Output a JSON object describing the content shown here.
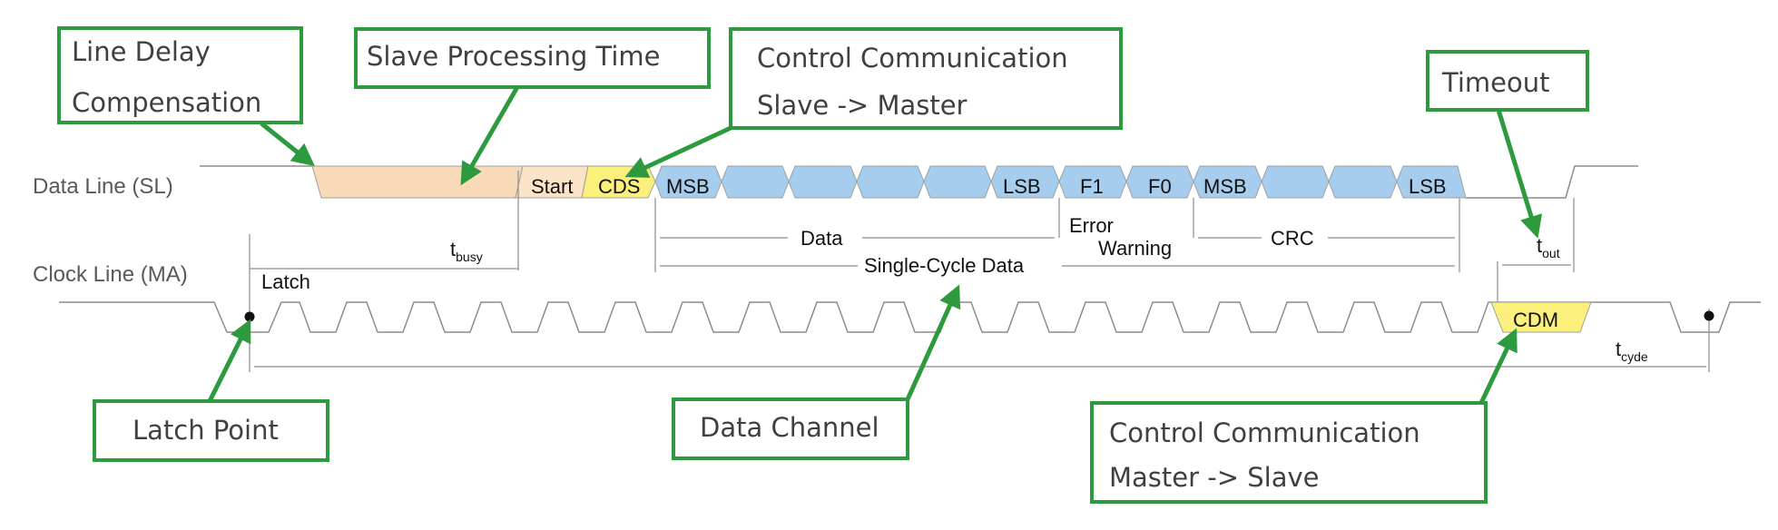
{
  "signals": {
    "data_line": "Data Line (SL)",
    "clock_line": "Clock Line (MA)"
  },
  "segments": {
    "start": "Start",
    "cds": "CDS",
    "msb1": "MSB",
    "lsb1": "LSB",
    "f1": "F1",
    "f0": "F0",
    "msb2": "MSB",
    "lsb2": "LSB",
    "cdm": "CDM"
  },
  "spans": {
    "data": "Data",
    "error": "Error",
    "warning": "Warning",
    "crc": "CRC",
    "single_cycle": "Single-Cycle Data",
    "latch": "Latch",
    "t_busy_base": "t",
    "t_busy_sub": "busy",
    "t_out_base": "t",
    "t_out_sub": "out",
    "t_cycle_base": "t",
    "t_cycle_sub": "cyde"
  },
  "callouts": {
    "line_delay_1": "Line Delay",
    "line_delay_2": "Compensation",
    "slave_processing": "Slave Processing Time",
    "ccsm_1": "Control Communication",
    "ccsm_2": "Slave -> Master",
    "timeout": "Timeout",
    "latch_point": "Latch Point",
    "data_channel": "Data Channel",
    "ccms_1": "Control Communication",
    "ccms_2": "Master -> Slave"
  },
  "colors": {
    "callout_border": "#2e9a3e",
    "processing_fill": "#f8d9b8",
    "start_fill": "#fbe3c6",
    "cds_fill": "#fbf07c",
    "data_fill": "#a6cdee",
    "line": "#8c8c8c"
  }
}
